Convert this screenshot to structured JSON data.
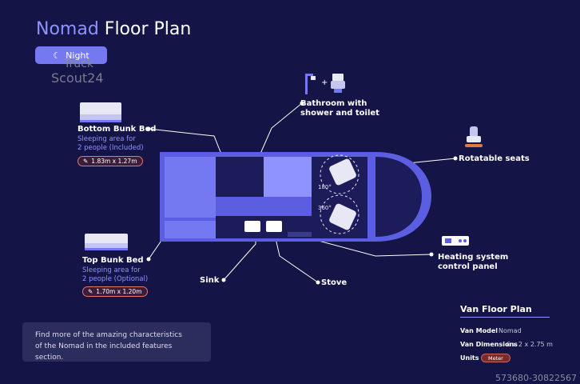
{
  "title": {
    "brand": "Nomad",
    "rest": " Floor Plan"
  },
  "mode_toggle": {
    "label": "Night",
    "icon": "moon-icon"
  },
  "watermark": {
    "line1": "Truck",
    "line2": "Scout24"
  },
  "callouts": {
    "bottom_bunk": {
      "title": "Bottom Bunk Bed",
      "sub1": "Sleeping area for",
      "sub2": "2 people (Included)",
      "dims": "1.83m x 1.27m"
    },
    "top_bunk": {
      "title": "Top Bunk Bed",
      "sub1": "Sleeping area for",
      "sub2": "2 people (Optional)",
      "dims": "1.70m x 1.20m"
    },
    "bathroom": {
      "title1": "Bathroom with",
      "title2": "shower and toilet"
    },
    "seats": {
      "title": "Rotatable seats"
    },
    "heating": {
      "title1": "Heating system",
      "title2": "control panel"
    },
    "sink": {
      "title": "Sink"
    },
    "stove": {
      "title": "Stove"
    }
  },
  "floorplan": {
    "rotation1": "180°",
    "rotation2": "360°"
  },
  "info_box": {
    "line1": "Find more of the amazing characteristics",
    "line2": "of the Nomad in the included features section."
  },
  "specs": {
    "title": "Van Floor Plan",
    "model_label": "Van Model",
    "model_value": "Nomad",
    "dims_label": "Van Dimensions",
    "dims_value": "6 x 2 x 2.75 m",
    "units_label": "Units",
    "units_value": "Meter"
  },
  "reference": "573680-30822567",
  "colors": {
    "background": "#141447",
    "accent": "#8f93ff",
    "van_body": "#5b5ee0",
    "badge_border": "#e07a6b"
  }
}
